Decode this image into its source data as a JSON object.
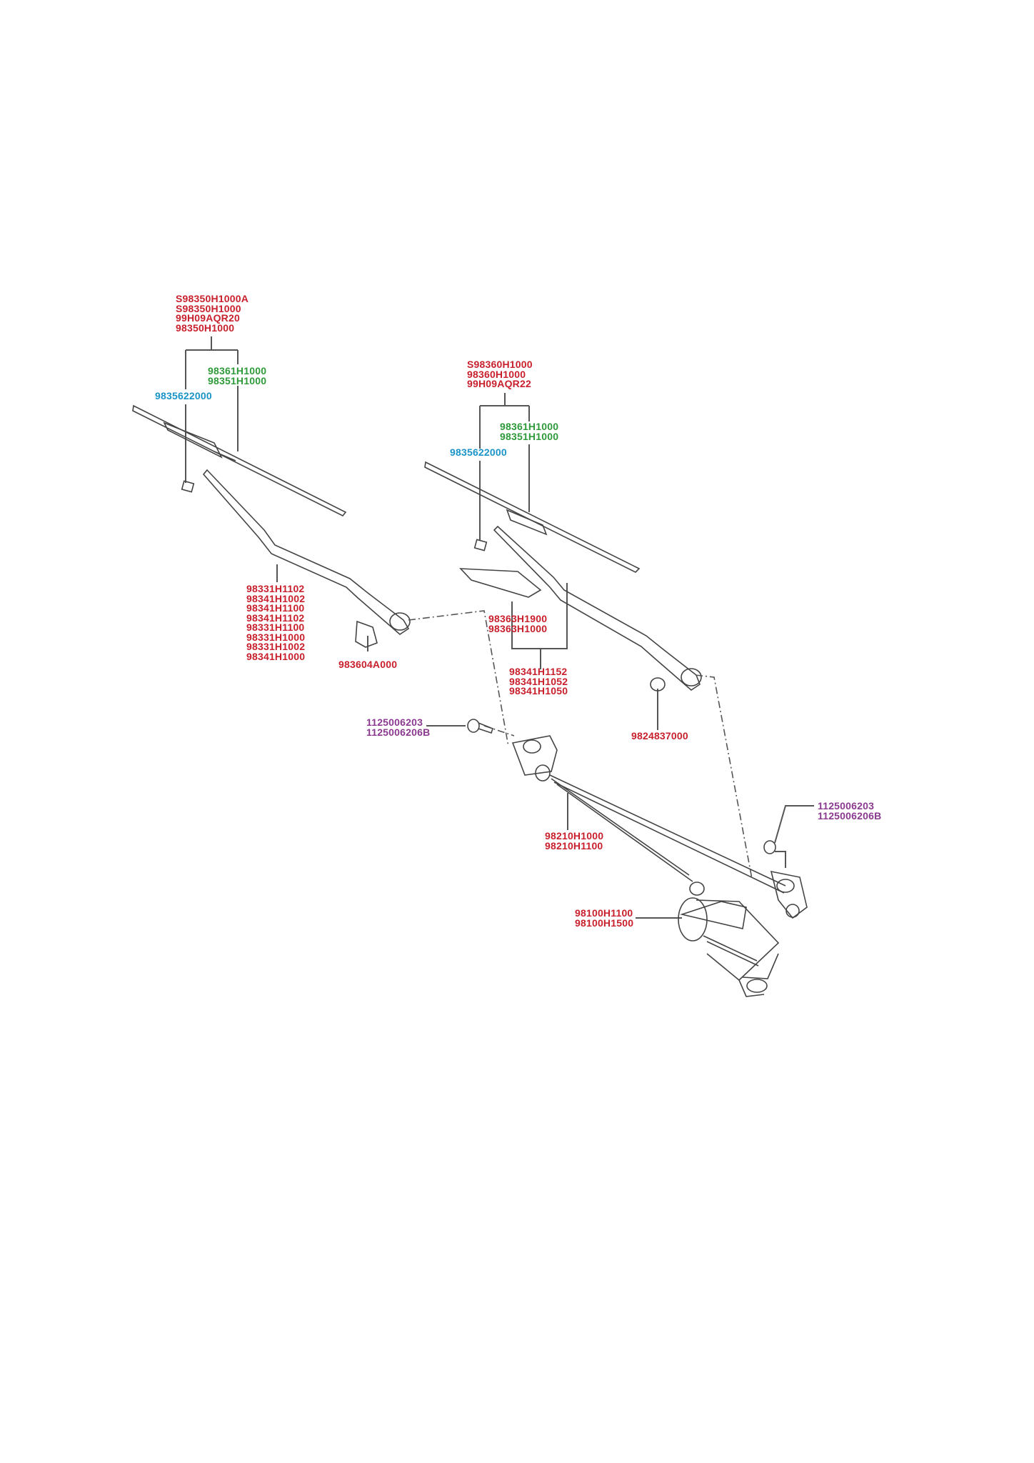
{
  "colors": {
    "main_part": "#c8202c",
    "refill": "#2e9a3a",
    "clip": "#1a94c8",
    "bolt": "#8a3a8e"
  },
  "labels": {
    "left_blade": [
      "S98350H1000A",
      "S98350H1000",
      "99H09AQR20",
      "98350H1000"
    ],
    "left_refill": [
      "98361H1000",
      "98351H1000"
    ],
    "left_clip": [
      "9835622000"
    ],
    "left_arm": [
      "98331H1102",
      "98341H1002",
      "98341H1100",
      "98341H1102",
      "98331H1100",
      "98331H1000",
      "98331H1002",
      "98341H1000"
    ],
    "left_cap": [
      "983604A000"
    ],
    "right_blade": [
      "S98360H1000",
      "98360H1000",
      "99H09AQR22"
    ],
    "right_refill": [
      "98361H1000",
      "98351H1000"
    ],
    "right_clip": [
      "9835622000"
    ],
    "spoiler": [
      "98363H1900",
      "98363H1000"
    ],
    "right_arm": [
      "98341H1152",
      "98341H1052",
      "98341H1050"
    ],
    "nut": [
      "9824837000"
    ],
    "bolt_left": [
      "1125006203",
      "1125006206B"
    ],
    "linkage": [
      "98210H1000",
      "98210H1100"
    ],
    "motor": [
      "98100H1100",
      "98100H1500"
    ],
    "bolt_right": [
      "1125006203",
      "1125006206B"
    ]
  }
}
